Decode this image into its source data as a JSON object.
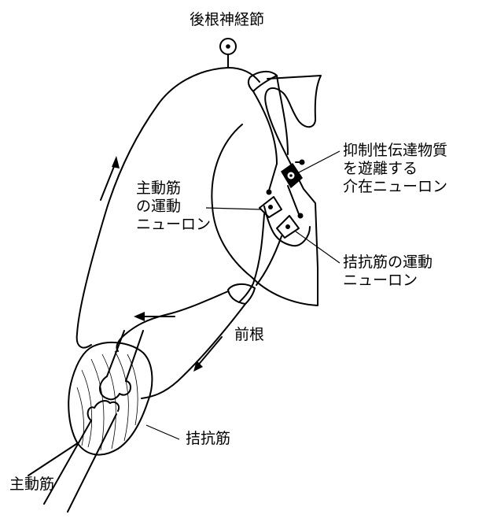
{
  "labels": {
    "dorsal_root_ganglion": "後根神経節",
    "inhibitory_interneuron": [
      "抑制性伝達物質",
      "を遊離する",
      "介在ニューロン"
    ],
    "agonist_motor_neuron": [
      "主動筋",
      "の運動",
      "ニューロン"
    ],
    "antagonist_motor_neuron": [
      "拮抗筋の運動",
      "ニューロン"
    ],
    "ventral_root": "前根",
    "antagonist_muscle": "拮抗筋",
    "agonist_muscle": "主動筋"
  },
  "icons": [
    "ganglion-cell-icon",
    "interneuron-icon",
    "motor-neuron-icon",
    "arrow-icon"
  ],
  "colors": {
    "ink": "#000000",
    "paper": "#ffffff"
  }
}
